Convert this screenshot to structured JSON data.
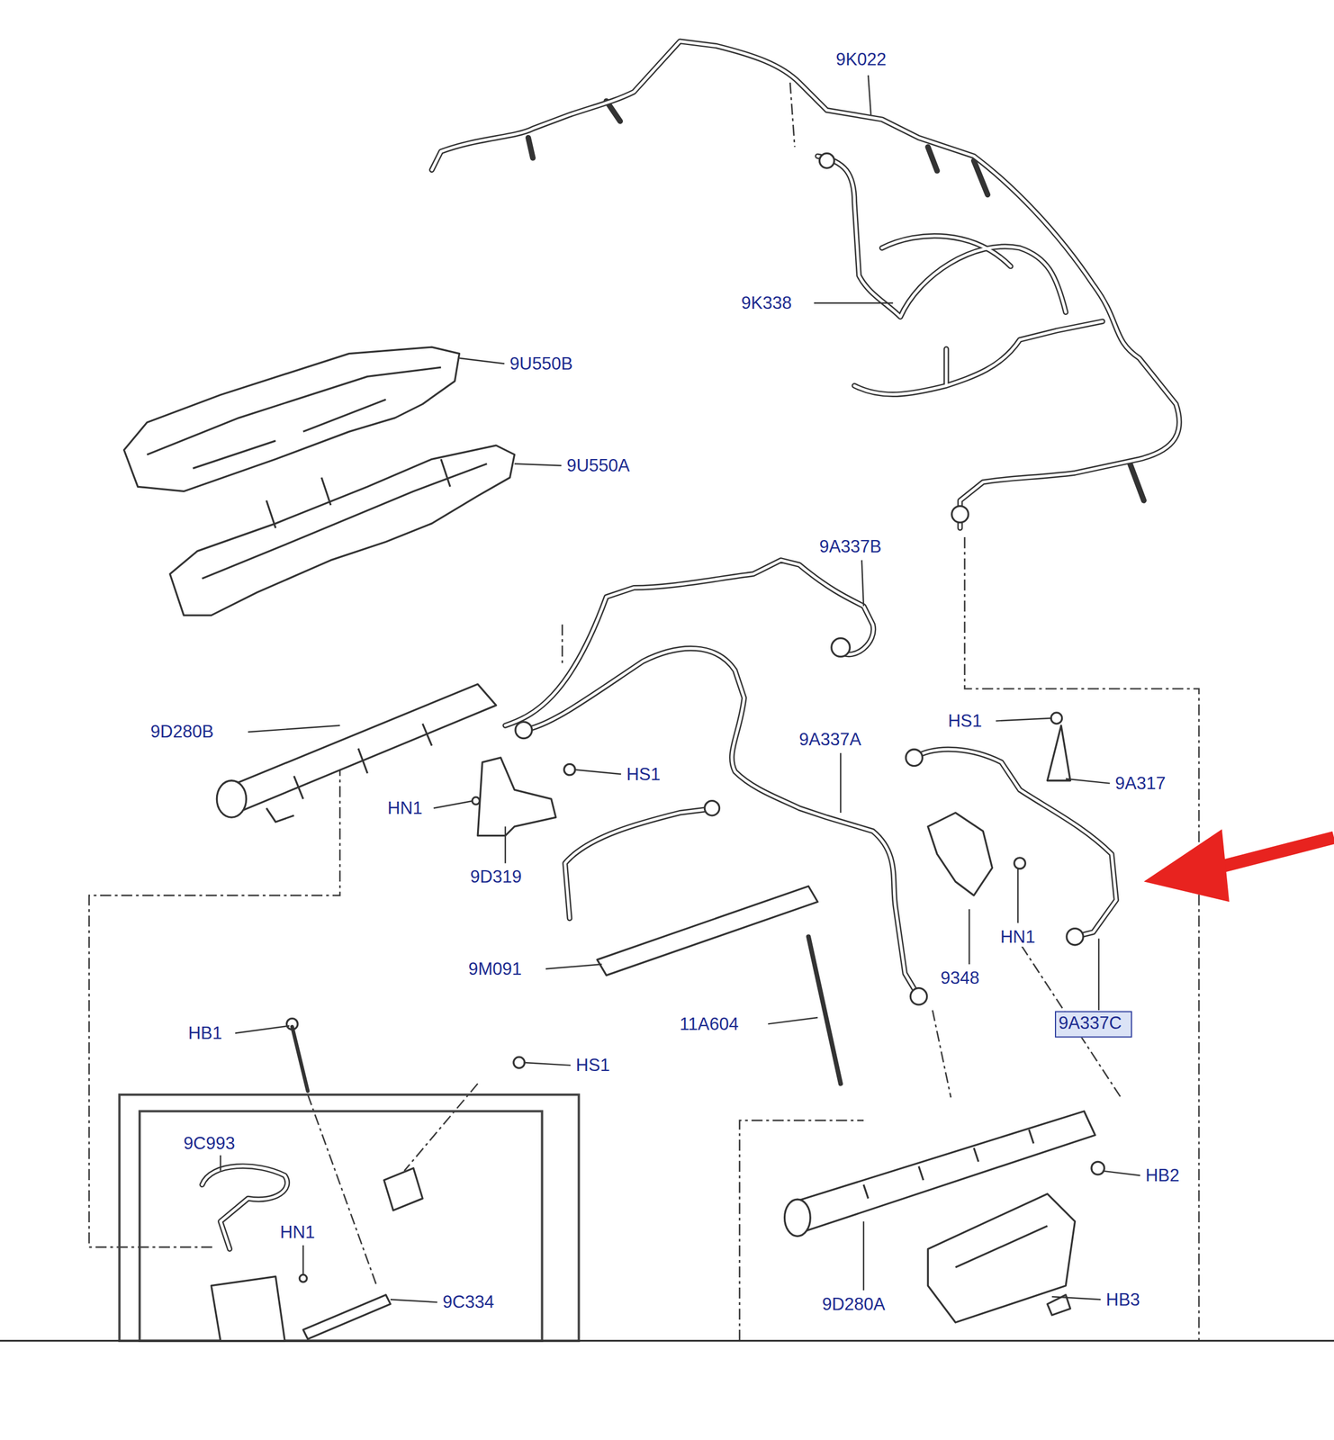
{
  "diagram": {
    "nodes": [
      {
        "text": [
          "9A337C"
        ]
      }
    ],
    "labels": [
      "9K022",
      "9K338",
      "9U550B",
      "9U550A",
      "9A337B",
      "9D280B",
      "HS1",
      "9A337A",
      "9A317",
      "HS1",
      "HN1",
      "9D319",
      "HN1",
      "9M091",
      "9348",
      "11A604",
      "HB1",
      "HS1",
      "9C993",
      "HN1",
      "9C334",
      "HB2",
      "9D280A",
      "HB3"
    ]
  }
}
